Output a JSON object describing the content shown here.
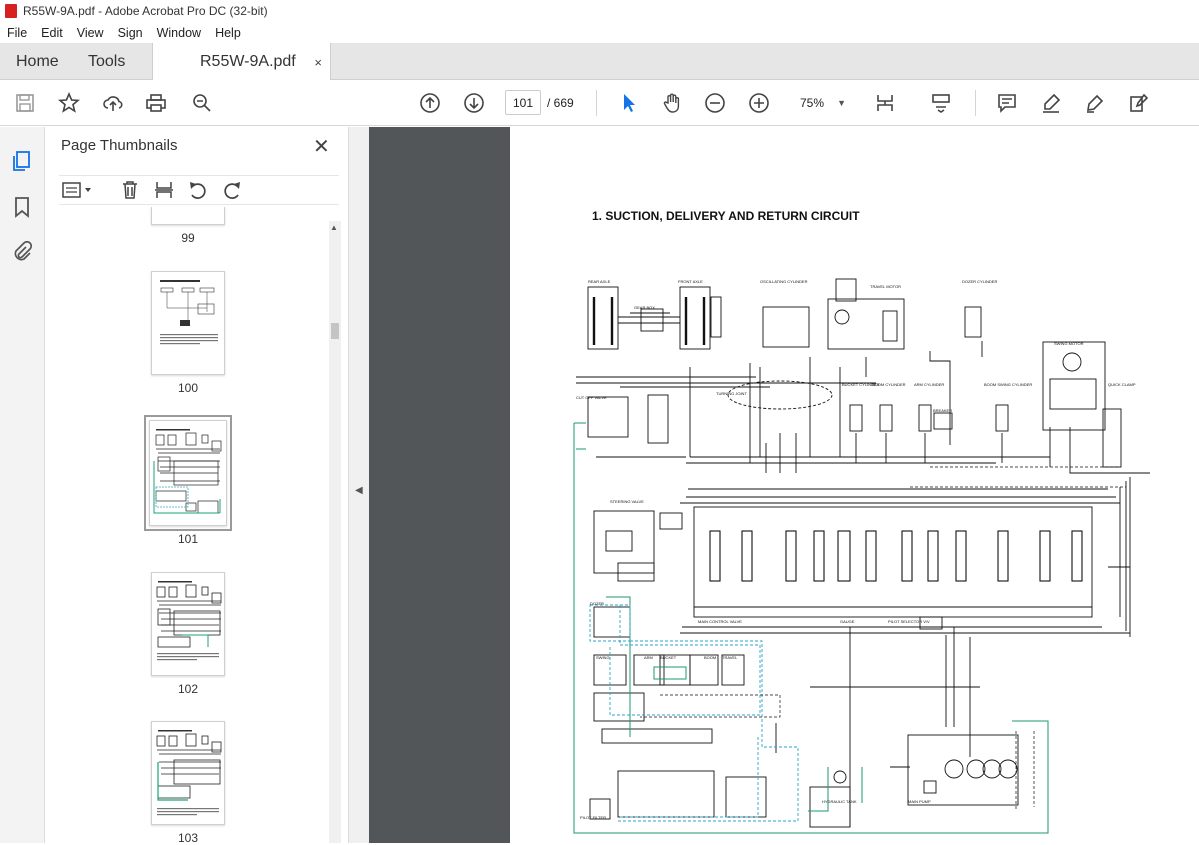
{
  "window": {
    "title": "R55W-9A.pdf - Adobe Acrobat Pro DC (32-bit)"
  },
  "menu": {
    "items": [
      "File",
      "Edit",
      "View",
      "Sign",
      "Window",
      "Help"
    ]
  },
  "tabs": {
    "home": "Home",
    "tools": "Tools",
    "document": "R55W-9A.pdf",
    "close": "×"
  },
  "toolbar": {
    "current_page": "101",
    "total_pages": "/ 669",
    "zoom": "75%",
    "icons": [
      "save-icon",
      "bookmark-star-icon",
      "upload-icon",
      "print-icon",
      "search-zoom-icon",
      "page-up-icon",
      "page-down-icon",
      "select-cursor-icon",
      "hand-icon",
      "zoom-out-icon",
      "zoom-in-icon",
      "page-fit-icon",
      "scroll-mode-icon",
      "comment-icon",
      "highlight-icon",
      "sign-icon",
      "edit-icon"
    ]
  },
  "sidebar": {
    "panel_title": "Page Thumbnails",
    "close": "✕",
    "thumbnails": [
      {
        "label": "99"
      },
      {
        "label": "100"
      },
      {
        "label": "101",
        "selected": true
      },
      {
        "label": "102"
      },
      {
        "label": "103"
      }
    ]
  },
  "document": {
    "heading": "1. SUCTION, DELIVERY AND RETURN CIRCUIT",
    "labels": {
      "rear_axle": "REAR AXLE",
      "front_axle": "FRONT AXLE",
      "gear_box": "GEAR BOX",
      "oscillating_cylinder": "OSCILLATING CYLINDER",
      "travel_motor": "TRAVEL MOTOR",
      "dozer_cylinder": "DOZER CYLINDER",
      "swing_motor": "SWING MOTOR",
      "turning_joint": "TURNING JOINT",
      "cut_off_valve": "CUT OFF VALVE",
      "bucket_cylinder": "BUCKET CYLINDER",
      "boom_cylinder": "BOOM CYLINDER",
      "arm_cylinder": "ARM CYLINDER",
      "breaker": "BREAKER",
      "boom_swing_cylinder": "BOOM SWING CYLINDER",
      "quick_clamp": "QUICK CLAMP",
      "steering_valve": "STEERING VALVE",
      "main_control_valve": "MAIN CONTROL VALVE",
      "pilot_selector_valve": "PILOT SELECTOR V/V",
      "dozer": "DOZER",
      "swing": "SWING",
      "arm": "ARM",
      "bucket": "BUCKET",
      "boom": "BOOM",
      "travel": "TRAVEL",
      "hydraulic_tank": "HYDRAULIC TANK",
      "main_pump": "MAIN PUMP",
      "pilot_filter": "PILOT FILTER",
      "gauge": "GAUGE"
    }
  }
}
